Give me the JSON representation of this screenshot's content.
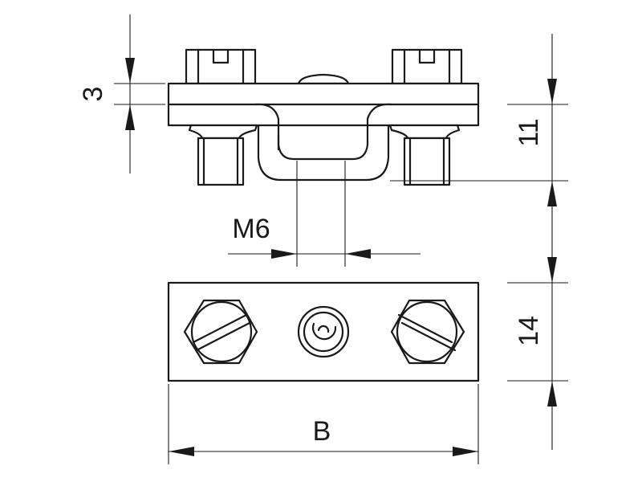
{
  "dimensions": {
    "plate_thickness": "3",
    "side_height": "11",
    "thread": "M6",
    "plate_width": "14",
    "length": "B"
  }
}
